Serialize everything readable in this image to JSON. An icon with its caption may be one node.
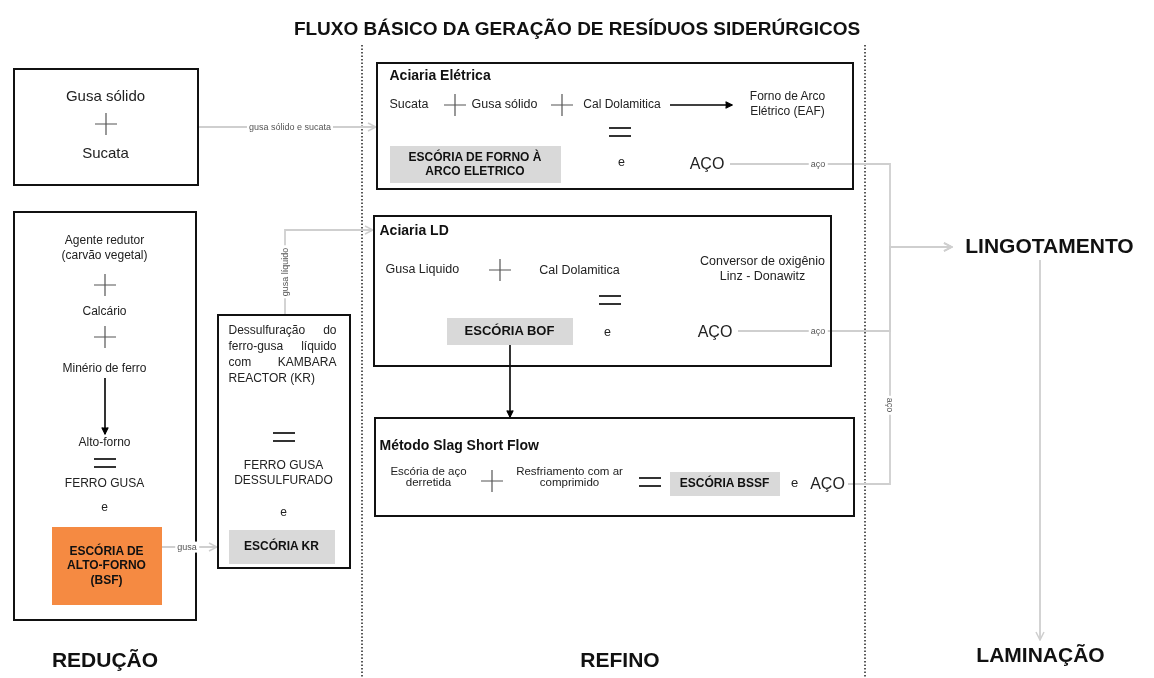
{
  "diagram": {
    "title": "FLUXO BÁSICO DA GERAÇÃO DE RESÍDUOS SIDERÚRGICOS",
    "nodes": [
      {
        "text": [
          "Gusa sólido",
          "Sucata"
        ]
      },
      {
        "text": [
          "Aciaria Elétrica",
          "Sucata",
          "Gusa sólido",
          "e"
        ]
      },
      {
        "text": [
          "Cal Dolamitica"
        ],
        "in": 1
      },
      {
        "text": [
          "Forno de Arco Elétrico (EAF)"
        ],
        "in": 1
      },
      {
        "text": [
          "ESCÓRIA DE FORNO À ARCO ELETRICO"
        ],
        "in": 1
      },
      {
        "text": [
          "AÇO"
        ],
        "in": 1
      },
      {
        "text": [
          "Agente redutor (carvão vegetal)",
          "Calcário",
          "FERRO GUSA",
          "e"
        ]
      },
      {
        "text": [
          "Minério de ferro"
        ],
        "in": 6
      },
      {
        "text": [
          "Alto-forno"
        ],
        "in": 6
      },
      {
        "text": [
          "ESCÓRIA DE ALTO-FORNO (BSF)"
        ],
        "in": 6
      },
      {
        "text": [
          "Dessulfuração do ferro-gusa líquido com KAMBARA REACTOR (KR)",
          "FERRO GUSA DESSULFURADO",
          "e"
        ]
      },
      {
        "text": [
          "ESCÓRIA KR"
        ],
        "in": 10
      },
      {
        "text": [
          "Aciaria LD",
          "Gusa Liquido",
          "e"
        ]
      },
      {
        "text": [
          "Cal Dolamitica"
        ],
        "in": 12
      },
      {
        "text": [
          "Conversor de oxigênio Linz - Donawitz"
        ],
        "in": 12
      },
      {
        "text": [
          "ESCÓRIA BOF"
        ],
        "in": 12
      },
      {
        "text": [
          "AÇO"
        ],
        "in": 12
      },
      {
        "text": [
          "Método Slag Short Flow",
          "Escória de aço derretida",
          "Resfriamento com ar comprimido",
          "e"
        ]
      },
      {
        "text": [
          "ESCÓRIA BSSF"
        ],
        "in": 17
      },
      {
        "text": [
          "AÇO"
        ],
        "in": 17
      },
      {
        "text": [
          "LINGOTAMENTO"
        ]
      },
      {
        "text": [
          "LAMINAÇÃO"
        ]
      }
    ],
    "edges": [
      {
        "from": 0,
        "to": 1,
        "arrow": "to",
        "label": "gusa sólido e sucata"
      },
      {
        "from": 2,
        "to": 3,
        "arrow": "to",
        "color": "#000000"
      },
      {
        "from": 7,
        "to": 8,
        "arrow": "to",
        "color": "#000000"
      },
      {
        "from": 9,
        "to": 10,
        "arrow": "to",
        "label": "gusa"
      },
      {
        "from": 10,
        "to": 12,
        "arrow": "to",
        "label": "gusa líquido"
      },
      {
        "from": 5,
        "to": 20,
        "arrow": "to",
        "label": "aço"
      },
      {
        "from": 16,
        "to": 20,
        "arrow": "to",
        "label": "aço"
      },
      {
        "from": 19,
        "to": 20,
        "arrow": "to",
        "label": "aço"
      },
      {
        "from": 15,
        "to": 17,
        "arrow": "to",
        "color": "#000000"
      },
      {
        "from": 20,
        "to": 21,
        "arrow": "to"
      }
    ],
    "labels": [
      "REDUÇÃO",
      "REFINO"
    ]
  }
}
